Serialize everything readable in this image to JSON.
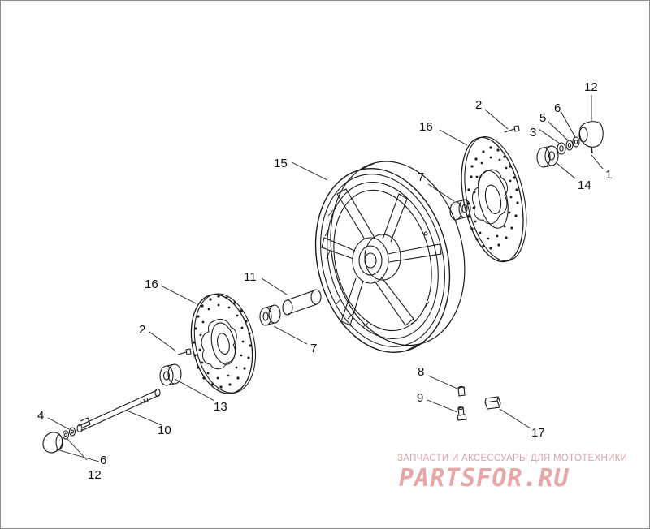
{
  "diagram": {
    "callouts": {
      "c1": "1",
      "c2a": "2",
      "c2b": "2",
      "c3": "3",
      "c4": "4",
      "c5": "5",
      "c6a": "6",
      "c6b": "6",
      "c7a": "7",
      "c7b": "7",
      "c8": "8",
      "c9": "9",
      "c10": "10",
      "c11": "11",
      "c12a": "12",
      "c12b": "12",
      "c13": "13",
      "c14": "14",
      "c15": "15",
      "c16a": "16",
      "c16b": "16",
      "c17": "17"
    }
  },
  "watermark": {
    "tagline": "ЗАПЧАСТИ И АКСЕССУАРЫ ДЛЯ МОТОТЕХНИКИ",
    "logo": "PARTSFOR.RU"
  },
  "colors": {
    "line": "#1a1a1a",
    "watermark": "#e8a7a7"
  }
}
